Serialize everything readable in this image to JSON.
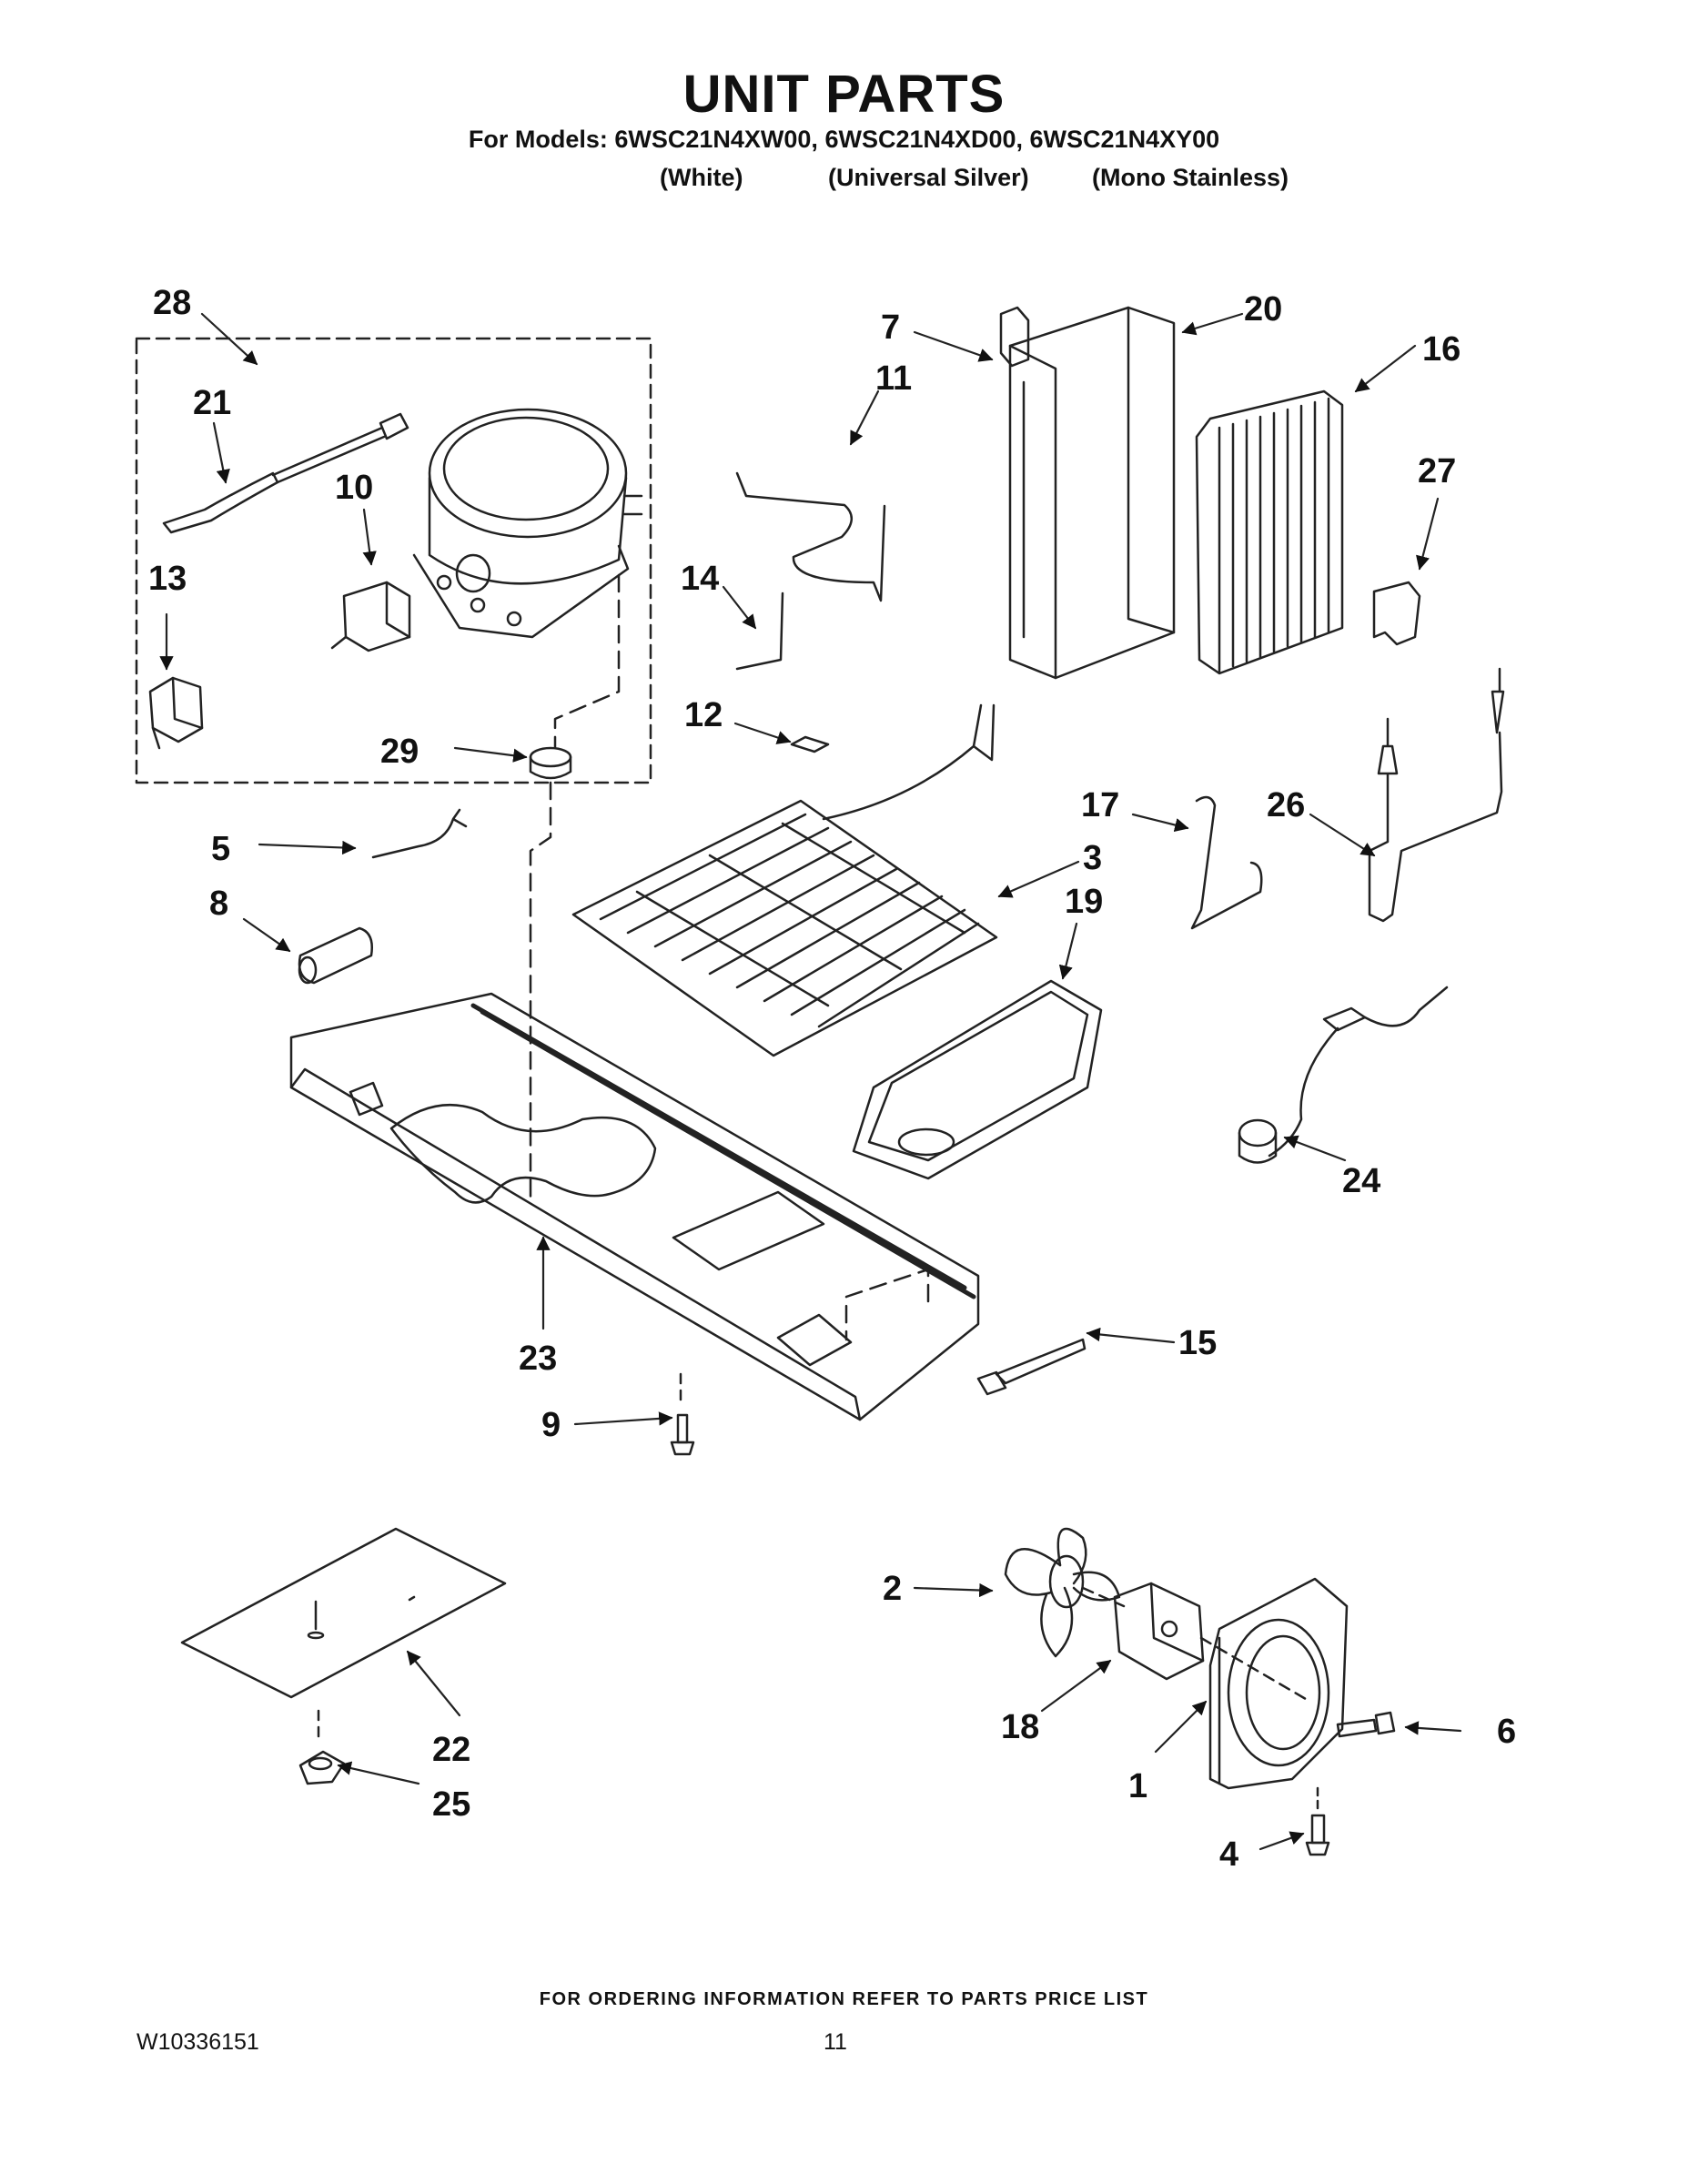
{
  "header": {
    "title": "UNIT PARTS",
    "models_line": "For Models: 6WSC21N4XW00, 6WSC21N4XD00, 6WSC21N4XY00",
    "variants": [
      "(White)",
      "(Universal Silver)",
      "(Mono Stainless)"
    ]
  },
  "callouts": [
    "1",
    "2",
    "3",
    "4",
    "5",
    "6",
    "7",
    "8",
    "9",
    "10",
    "11",
    "12",
    "13",
    "14",
    "15",
    "16",
    "17",
    "18",
    "19",
    "20",
    "21",
    "22",
    "23",
    "24",
    "25",
    "26",
    "27",
    "28",
    "29"
  ],
  "footer": {
    "note": "FOR ORDERING INFORMATION REFER TO PARTS PRICE LIST",
    "doc_number": "W10336151",
    "page_number": "11"
  }
}
